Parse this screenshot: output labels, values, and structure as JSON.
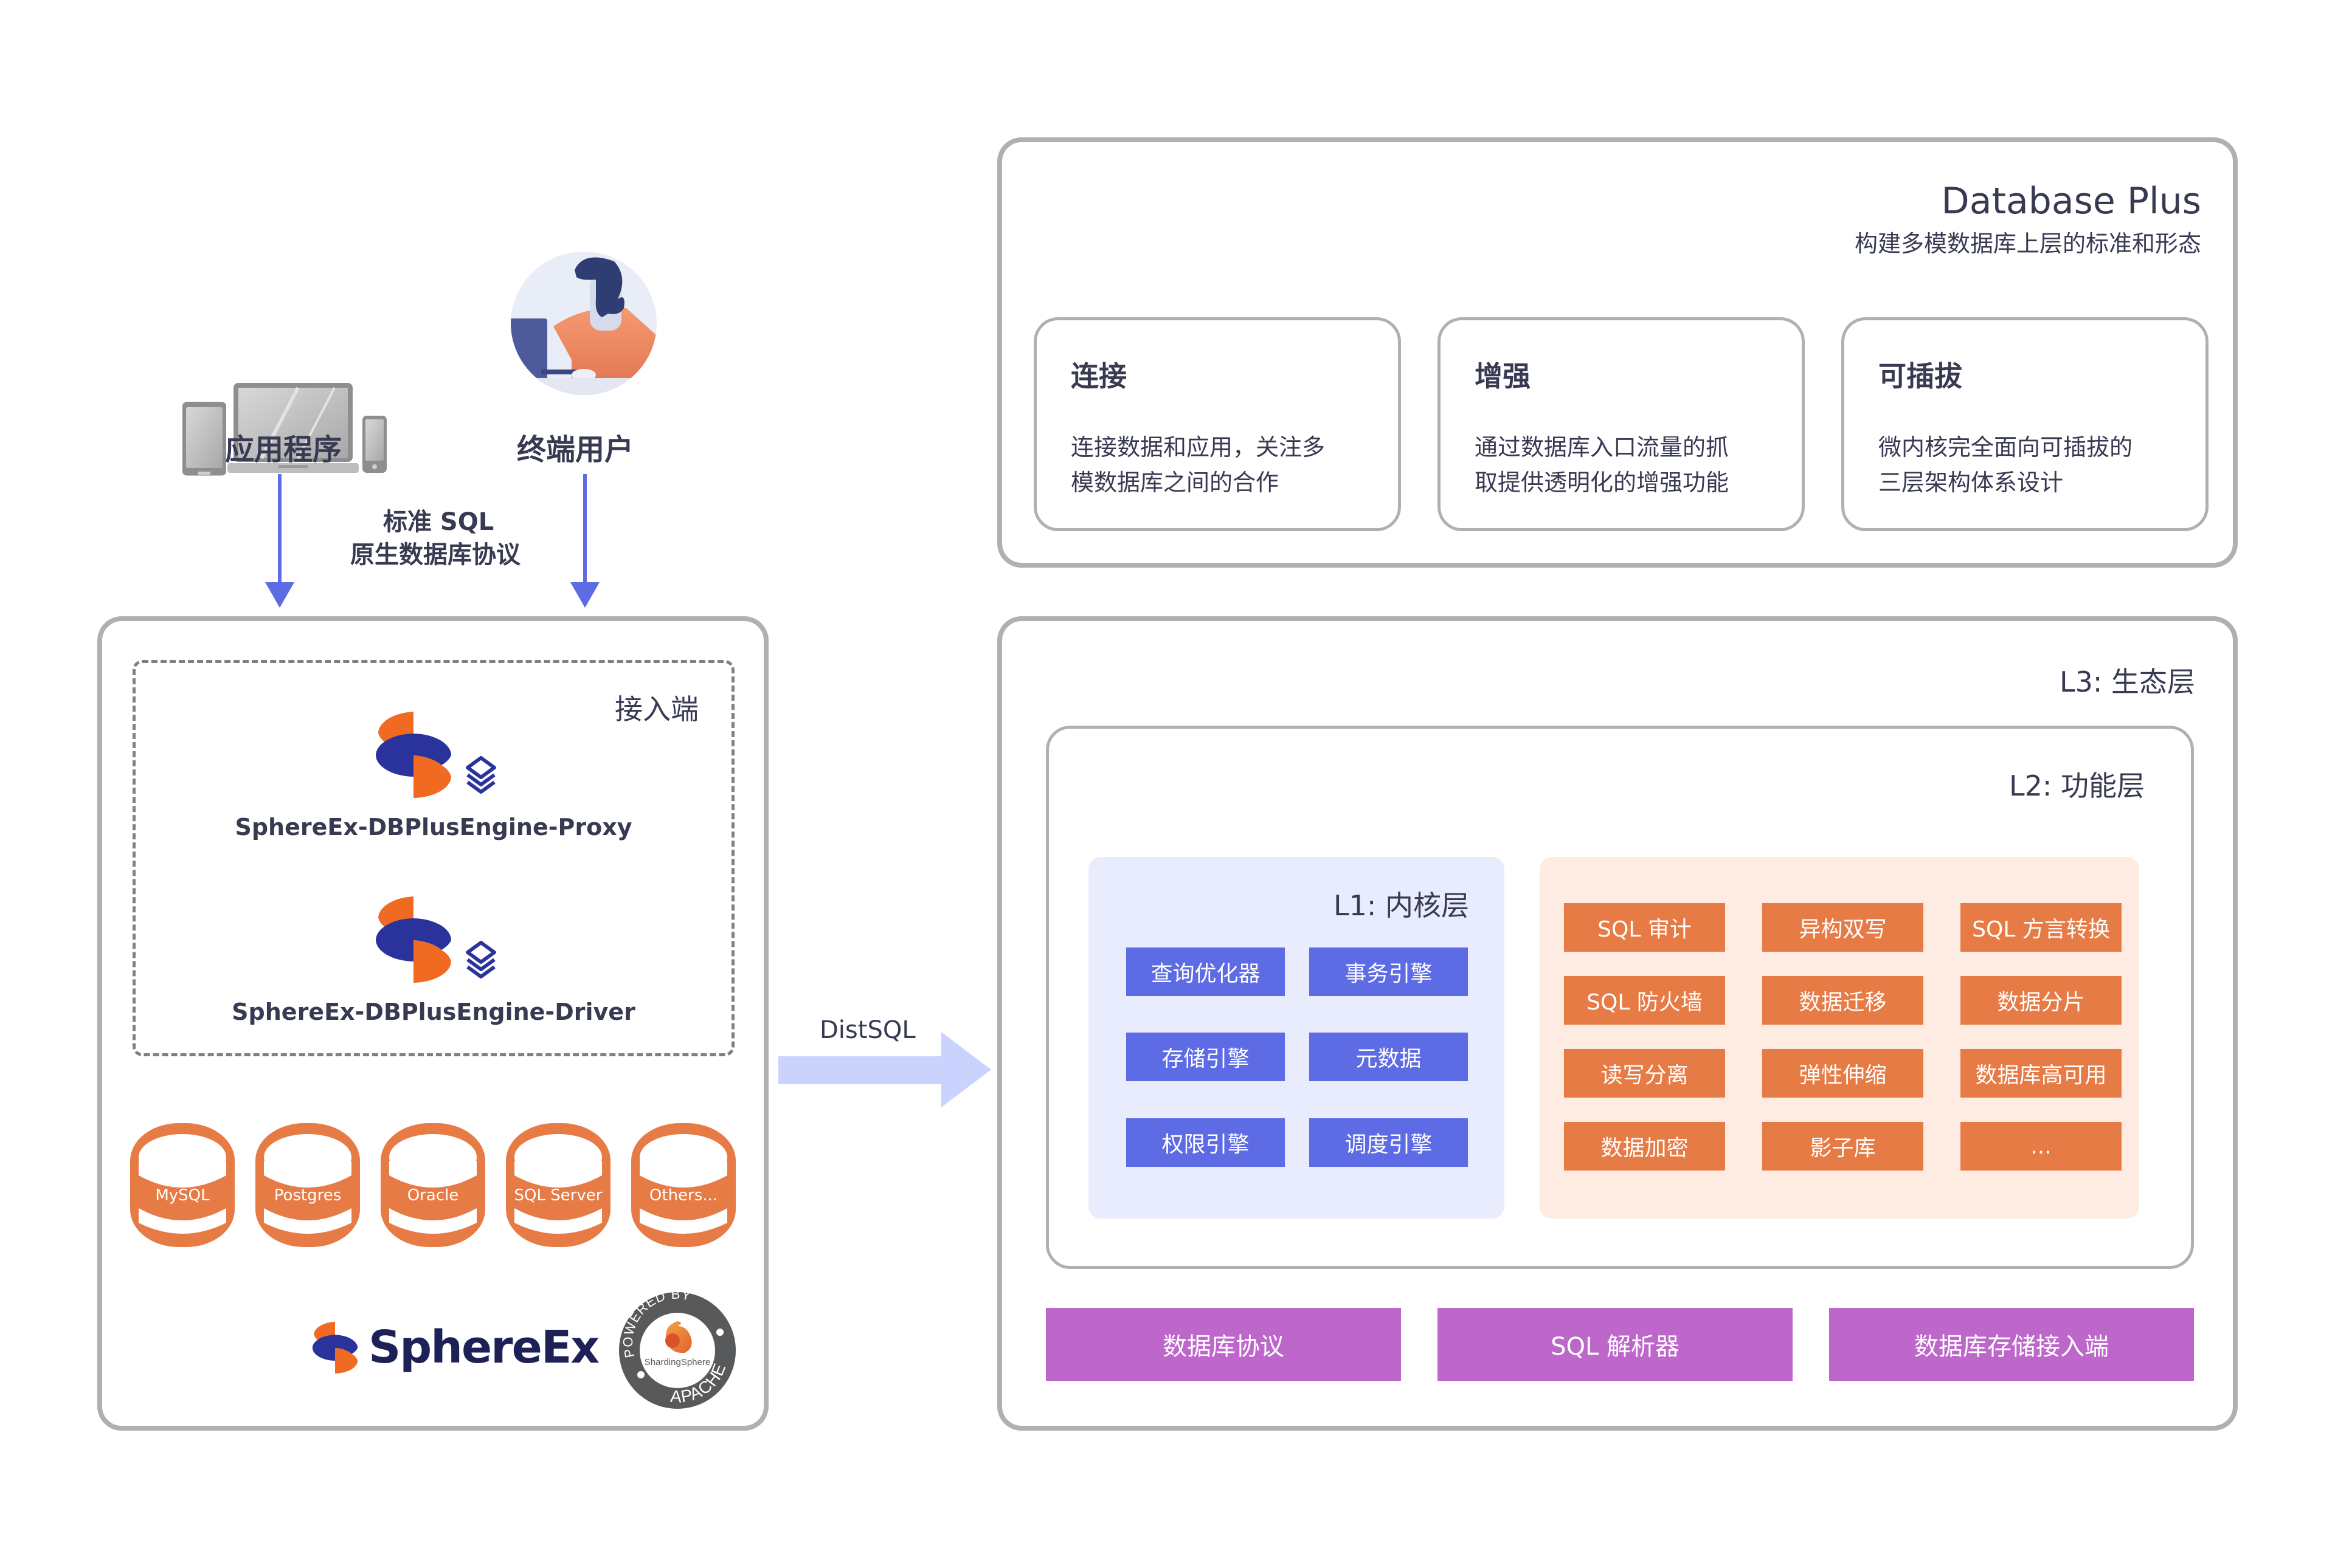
{
  "left": {
    "clients": [
      {
        "label": "应用程序",
        "icon": "devices-icon"
      },
      {
        "label": "终端用户",
        "icon": "user-avatar-icon"
      }
    ],
    "protocol_label_line1": "标准 SQL",
    "protocol_label_line2": "原生数据库协议",
    "access_title": "接入端",
    "engines": [
      {
        "name": "SphereEx-DBPlusEngine-Proxy"
      },
      {
        "name": "SphereEx-DBPlusEngine-Driver"
      }
    ],
    "databases": [
      "MySQL",
      "Postgres",
      "Oracle",
      "SQL Server",
      "Others..."
    ],
    "brand_name": "SphereEx",
    "badge": {
      "top_text": "POWERED BY",
      "center_text": "ShardingSphere",
      "bottom_text": "APACHE"
    }
  },
  "connector": {
    "label": "DistSQL"
  },
  "database_plus": {
    "title": "Database Plus",
    "subtitle": "构建多模数据库上层的标准和形态",
    "cards": [
      {
        "title": "连接",
        "desc_line1": "连接数据和应用，关注多",
        "desc_line2": "模数据库之间的合作"
      },
      {
        "title": "增强",
        "desc_line1": "通过数据库入口流量的抓",
        "desc_line2": "取提供透明化的增强功能"
      },
      {
        "title": "可插拔",
        "desc_line1": "微内核完全面向可插拔的",
        "desc_line2": "三层架构体系设计"
      }
    ]
  },
  "layers": {
    "l3_title": "L3: 生态层",
    "l2_title": "L2: 功能层",
    "l1_title": "L1: 内核层",
    "l1_items": [
      "查询优化器",
      "事务引擎",
      "存储引擎",
      "元数据",
      "权限引擎",
      "调度引擎"
    ],
    "l2_items": [
      "SQL 审计",
      "异构双写",
      "SQL 方言转换",
      "SQL 防火墙",
      "数据迁移",
      "数据分片",
      "读写分离",
      "弹性伸缩",
      "数据库高可用",
      "数据加密",
      "影子库",
      "..."
    ],
    "l3_items": [
      "数据库协议",
      "SQL 解析器",
      "数据库存储接入端"
    ]
  },
  "colors": {
    "kernel_blue": "#5d6be4",
    "feature_orange": "#e77b45",
    "ecosystem_purple": "#bd67cb",
    "arrow_blue": "#5d6be4",
    "distsql_arrow": "#cad3fd",
    "text_dark": "#383a52"
  }
}
